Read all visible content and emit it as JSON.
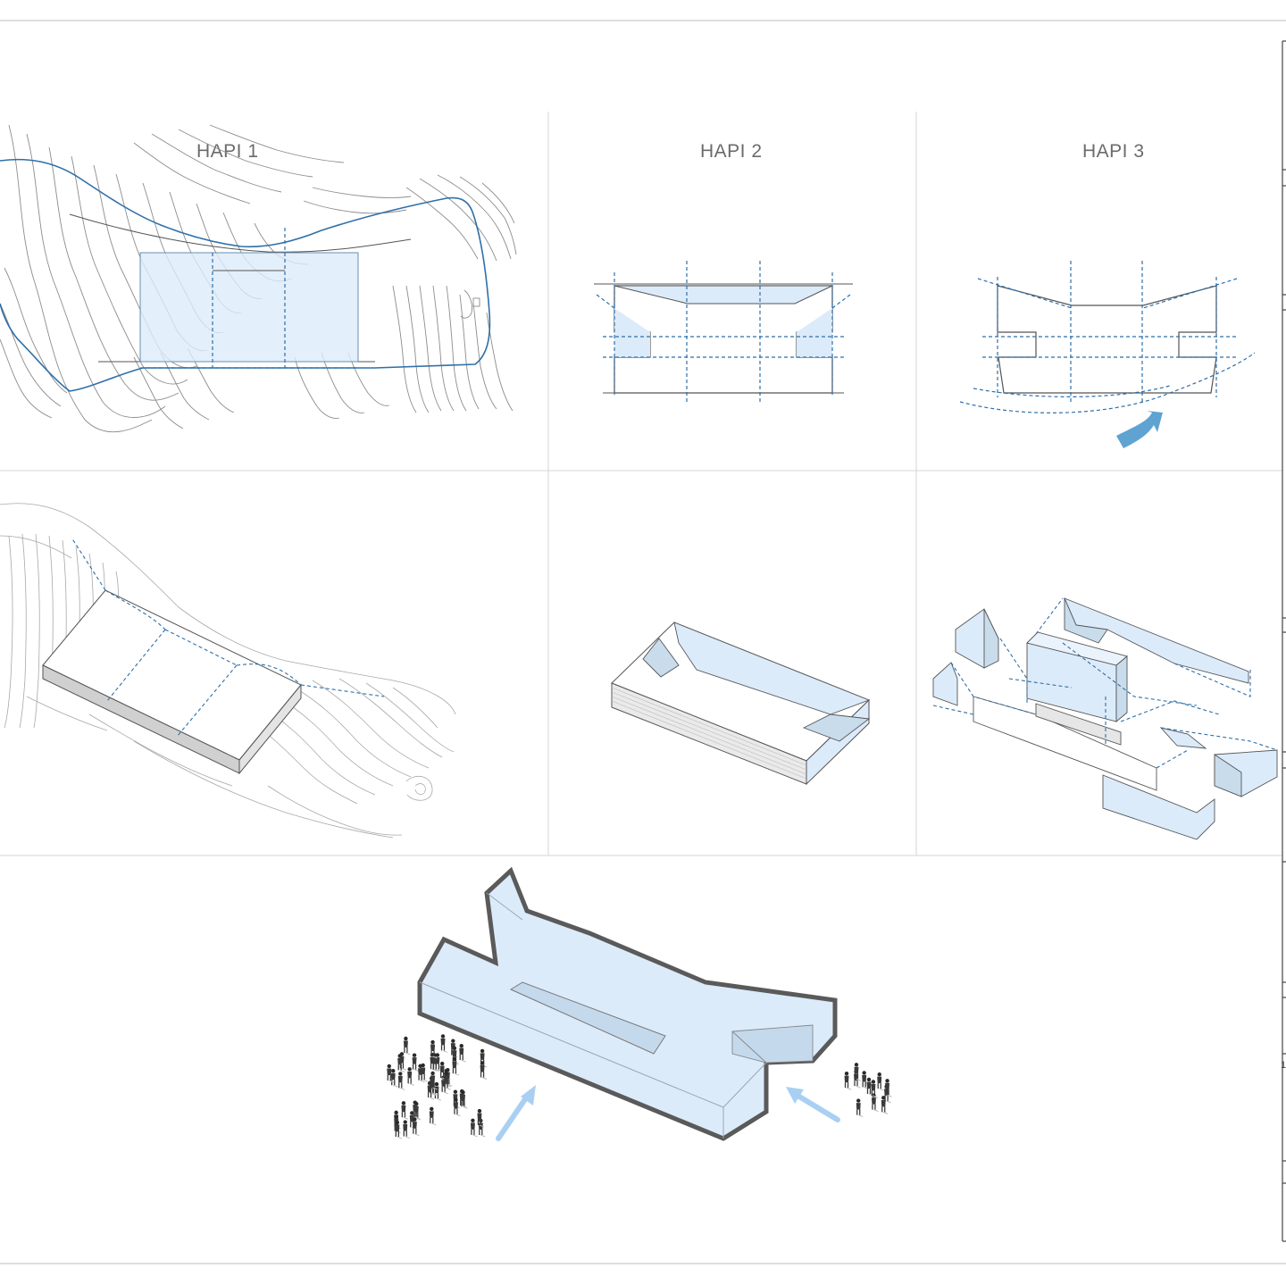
{
  "steps": [
    {
      "label": "HAPI 1"
    },
    {
      "label": "HAPI 2"
    },
    {
      "label": "HAPI 3"
    }
  ],
  "colors": {
    "accent_blue": "#2f6fa8",
    "fill_light_blue": "#dcebfa",
    "arrow_blue": "#a9d0f3",
    "arrow_curved": "#5fa3d2",
    "contour_gray": "#8c8c8c",
    "divider_gray": "#cfcfcf",
    "outline_dark": "#555555"
  },
  "right_strip_marks": [
    "1"
  ]
}
